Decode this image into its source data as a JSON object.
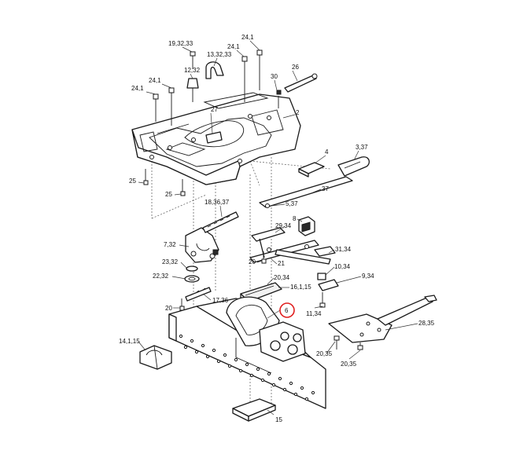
{
  "highlight_color": "#e02020",
  "labels": [
    {
      "id": "l1",
      "text": "19,32,33"
    },
    {
      "id": "l2",
      "text": "24,1"
    },
    {
      "id": "l3",
      "text": "24,1"
    },
    {
      "id": "l4",
      "text": "13,32,33"
    },
    {
      "id": "l5",
      "text": "12,32"
    },
    {
      "id": "l6",
      "text": "26"
    },
    {
      "id": "l7",
      "text": "30"
    },
    {
      "id": "l8",
      "text": "24,1"
    },
    {
      "id": "l9",
      "text": "24,1"
    },
    {
      "id": "l10",
      "text": "27"
    },
    {
      "id": "l11",
      "text": "2"
    },
    {
      "id": "l12",
      "text": "3,37"
    },
    {
      "id": "l13",
      "text": "4"
    },
    {
      "id": "l14",
      "text": "25"
    },
    {
      "id": "l15",
      "text": "25"
    },
    {
      "id": "l16",
      "text": "37"
    },
    {
      "id": "l17",
      "text": "18,36,37"
    },
    {
      "id": "l18",
      "text": "5,37"
    },
    {
      "id": "l19",
      "text": "8"
    },
    {
      "id": "l20",
      "text": "29,34"
    },
    {
      "id": "l21",
      "text": "7,32"
    },
    {
      "id": "l22",
      "text": "31,34"
    },
    {
      "id": "l23",
      "text": "23,32"
    },
    {
      "id": "l24",
      "text": "20"
    },
    {
      "id": "l25",
      "text": "21"
    },
    {
      "id": "l26",
      "text": "10,34"
    },
    {
      "id": "l27",
      "text": "22,32"
    },
    {
      "id": "l28",
      "text": "20,34"
    },
    {
      "id": "l29",
      "text": "9,34"
    },
    {
      "id": "l30",
      "text": "16,1,15"
    },
    {
      "id": "l31",
      "text": "17,36"
    },
    {
      "id": "l32",
      "text": "20"
    },
    {
      "id": "l33",
      "text": "6"
    },
    {
      "id": "l34",
      "text": "11,34"
    },
    {
      "id": "l35",
      "text": "28,35"
    },
    {
      "id": "l36",
      "text": "14,1,15"
    },
    {
      "id": "l37",
      "text": "20,35"
    },
    {
      "id": "l38",
      "text": "20,35"
    },
    {
      "id": "l39",
      "text": "15"
    }
  ]
}
